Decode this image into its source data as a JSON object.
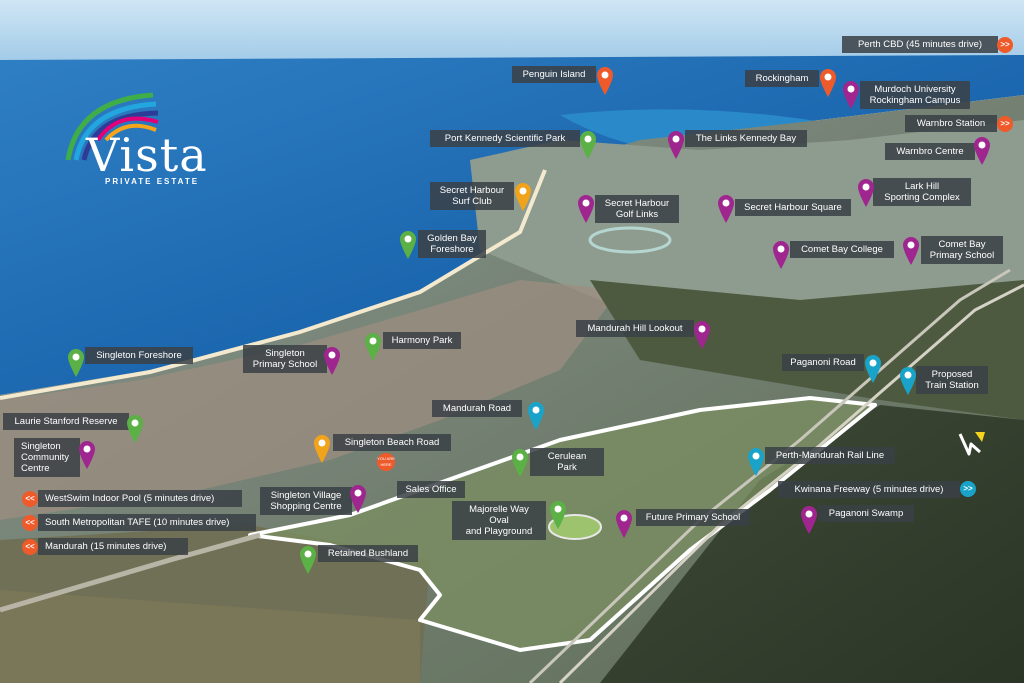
{
  "logo": {
    "title": "Vista",
    "subtitle": "PRIVATE ESTATE"
  },
  "colors": {
    "ocean": "#1b6fb6",
    "purple": "#a0268f",
    "green": "#5bb046",
    "orange": "#ef5a2a",
    "amber": "#f2a31c",
    "teal": "#1aa3c9",
    "label_bg": "#3a4046",
    "boundary": "#ffffff"
  },
  "landmarks": [
    {
      "label": "Penguin Island",
      "color": "orange"
    },
    {
      "label": "Rockingham",
      "color": "orange"
    },
    {
      "label": "Murdoch University\nRockingham Campus",
      "color": "purple"
    },
    {
      "label": "Port Kennedy Scientific Park",
      "color": "green"
    },
    {
      "label": "The Links Kennedy Bay",
      "color": "purple"
    },
    {
      "label": "Warnbro Centre",
      "color": "purple"
    },
    {
      "label": "Secret Harbour\nSurf Club",
      "color": "amber"
    },
    {
      "label": "Secret Harbour\nGolf Links",
      "color": "purple"
    },
    {
      "label": "Secret Harbour Square",
      "color": "purple"
    },
    {
      "label": "Lark Hill\nSporting Complex",
      "color": "purple"
    },
    {
      "label": "Golden Bay\nForeshore",
      "color": "green"
    },
    {
      "label": "Comet Bay College",
      "color": "purple"
    },
    {
      "label": "Comet Bay\nPrimary School",
      "color": "purple"
    },
    {
      "label": "Mandurah Hill Lookout",
      "color": "purple"
    },
    {
      "label": "Singleton Foreshore",
      "color": "green"
    },
    {
      "label": "Singleton\nPrimary School",
      "color": "purple"
    },
    {
      "label": "Harmony Park",
      "color": "green"
    },
    {
      "label": "Paganoni Road",
      "color": "teal"
    },
    {
      "label": "Proposed\nTrain Station",
      "color": "teal"
    },
    {
      "label": "Mandurah Road",
      "color": "teal"
    },
    {
      "label": "Laurie Stanford Reserve",
      "color": "green"
    },
    {
      "label": "Singleton\nCommunity\nCentre",
      "color": "purple"
    },
    {
      "label": "Singleton Beach Road",
      "color": "amber"
    },
    {
      "label": "Cerulean Park",
      "color": "green"
    },
    {
      "label": "Perth-Mandurah Rail Line",
      "color": "teal"
    },
    {
      "label": "Sales Office",
      "color": "orange"
    },
    {
      "label": "Singleton Village\nShopping Centre",
      "color": "purple"
    },
    {
      "label": "Majorelle Way Oval\nand Playground",
      "color": "green"
    },
    {
      "label": "Future Primary School",
      "color": "purple"
    },
    {
      "label": "Paganoni Swamp",
      "color": "purple"
    },
    {
      "label": "Retained Bushland",
      "color": "green"
    }
  ],
  "directions": [
    {
      "label": "Perth CBD (45 minutes drive)",
      "arrow": ">>"
    },
    {
      "label": "Warnbro Station",
      "arrow": ">>"
    },
    {
      "label": "Kwinana Freeway (5 minutes drive)",
      "arrow": ">>"
    },
    {
      "label": "WestSwim Indoor Pool (5 minutes drive)",
      "arrow": "<<"
    },
    {
      "label": "South Metropolitan TAFE (10 minutes drive)",
      "arrow": "<<"
    },
    {
      "label": "Mandurah (15 minutes drive)",
      "arrow": "<<"
    }
  ],
  "sales_badge": "YOU ARE HERE"
}
